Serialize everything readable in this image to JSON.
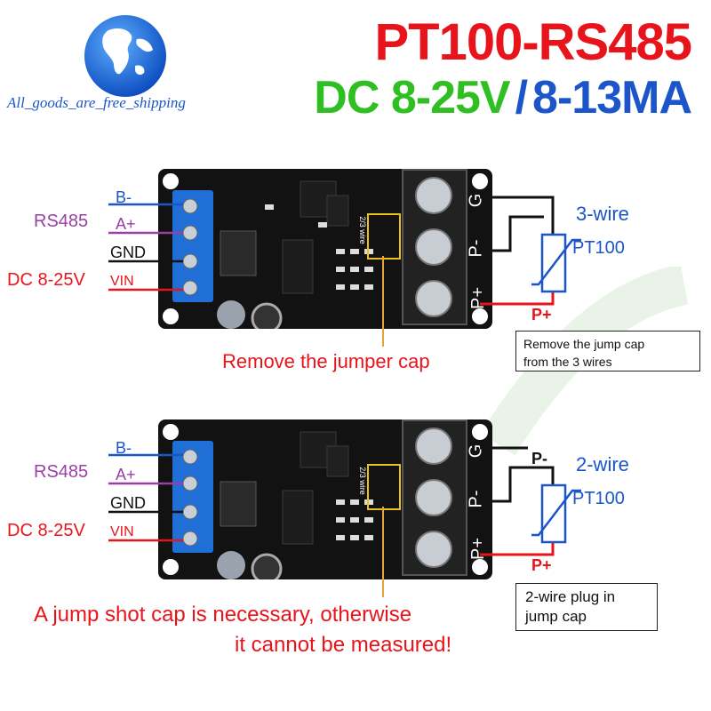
{
  "header": {
    "title": "PT100-RS485",
    "voltage": "DC 8-25V",
    "separator": "/",
    "current": "8-13MA",
    "brand_caption": "All_goods_are_free_shipping",
    "colors": {
      "title": "#e8141b",
      "voltage": "#2fbf23",
      "current": "#1b55c9"
    }
  },
  "diagrams": [
    {
      "left_labels": {
        "b_minus": "B-",
        "rs485": "RS485",
        "a_plus": "A+",
        "gnd": "GND",
        "dc": "DC 8-25V",
        "vin": "VIN"
      },
      "terminal_labels": {
        "g": "G",
        "p_minus": "P-",
        "p_plus": "P+"
      },
      "sensor_label": "PT100",
      "wire_mode": "3-wire",
      "p_plus_label": "P+",
      "jumper_marking": "2/3 wire",
      "callout": "Remove the jumper cap",
      "note": [
        "Remove the jump cap",
        "from the 3 wires"
      ]
    },
    {
      "left_labels": {
        "b_minus": "B-",
        "rs485": "RS485",
        "a_plus": "A+",
        "gnd": "GND",
        "dc": "DC 8-25V",
        "vin": "VIN"
      },
      "terminal_labels": {
        "g": "G",
        "p_minus": "P-",
        "p_plus": "P+"
      },
      "sensor_label": "PT100",
      "wire_mode": "2-wire",
      "p_minus_label": "P-",
      "p_plus_label": "P+",
      "jumper_marking": "2/3 wire",
      "callout": [
        "A jump shot cap is necessary, otherwise",
        "it cannot be measured!"
      ],
      "note": [
        "2-wire plug in",
        "jump cap"
      ]
    }
  ],
  "colors": {
    "rs485": "#9a3fa6",
    "b_wire": "#1b55c9",
    "gnd_wire": "#111111",
    "vin_wire": "#e8141b",
    "callout": "#e8141b",
    "leader": "#e8a33a",
    "board": "#121212",
    "terminal_blue": "#1f6fd6"
  }
}
